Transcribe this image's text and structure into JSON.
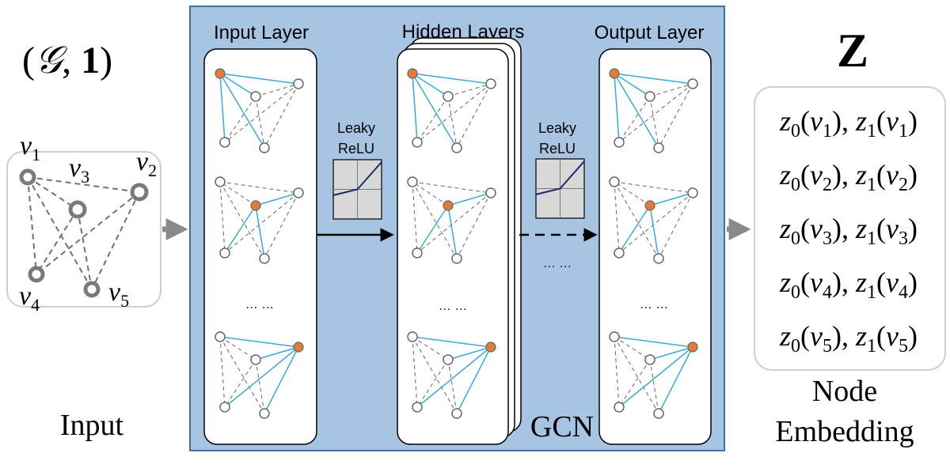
{
  "input_section": {
    "formula_open": "(",
    "formula_g": "𝒢",
    "formula_comma": ", ",
    "formula_one": "1",
    "formula_close": ")",
    "nodes": [
      {
        "sym": "v",
        "sub": "1"
      },
      {
        "sym": "v",
        "sub": "3"
      },
      {
        "sym": "v",
        "sub": "2"
      },
      {
        "sym": "v",
        "sub": "4"
      },
      {
        "sym": "v",
        "sub": "5"
      }
    ],
    "caption": "Input"
  },
  "gcn": {
    "label": "GCN",
    "input_layer_title": "Input Layer",
    "hidden_layers_title": "Hidden Layers",
    "output_layer_title": "Output Layer",
    "activation_1": {
      "line1": "Leaky",
      "line2": "ReLU"
    },
    "activation_2": {
      "line1": "Leaky",
      "line2": "ReLU"
    },
    "ellipsis": "… …",
    "colors": {
      "background": "#a7c4e3",
      "highlight": "#e07b39",
      "edge": "#3aaad8"
    }
  },
  "output": {
    "title": "Z",
    "embeddings": [
      {
        "a": "z",
        "as": "0",
        "b": "z",
        "bs": "1",
        "v": "v",
        "vs": "1"
      },
      {
        "a": "z",
        "as": "0",
        "b": "z",
        "bs": "1",
        "v": "v",
        "vs": "2"
      },
      {
        "a": "z",
        "as": "0",
        "b": "z",
        "bs": "1",
        "v": "v",
        "vs": "3"
      },
      {
        "a": "z",
        "as": "0",
        "b": "z",
        "bs": "1",
        "v": "v",
        "vs": "4"
      },
      {
        "a": "z",
        "as": "0",
        "b": "z",
        "bs": "1",
        "v": "v",
        "vs": "5"
      }
    ],
    "caption_line1": "Node",
    "caption_line2": "Embedding"
  }
}
